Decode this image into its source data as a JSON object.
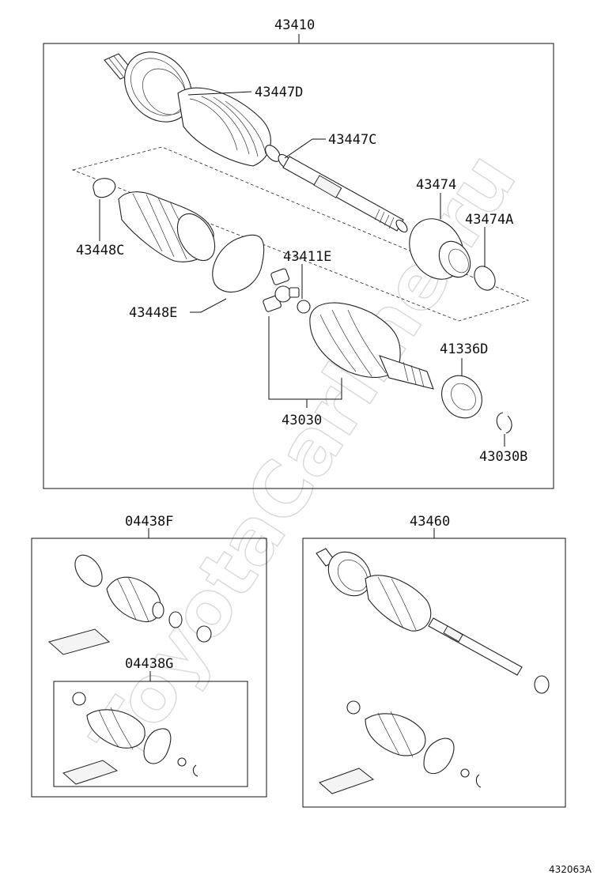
{
  "watermark": "ToyotaCarline.ru",
  "diagram_code": "432063A",
  "labels": {
    "l43410": "43410",
    "l43447D": "43447D",
    "l43447C": "43447C",
    "l43474": "43474",
    "l43474A": "43474A",
    "l43448C": "43448C",
    "l43411E": "43411E",
    "l43448E": "43448E",
    "l41336D": "41336D",
    "l43030": "43030",
    "l43030B": "43030B",
    "l04438F": "04438F",
    "l04438G": "04438G",
    "l43460": "43460"
  }
}
